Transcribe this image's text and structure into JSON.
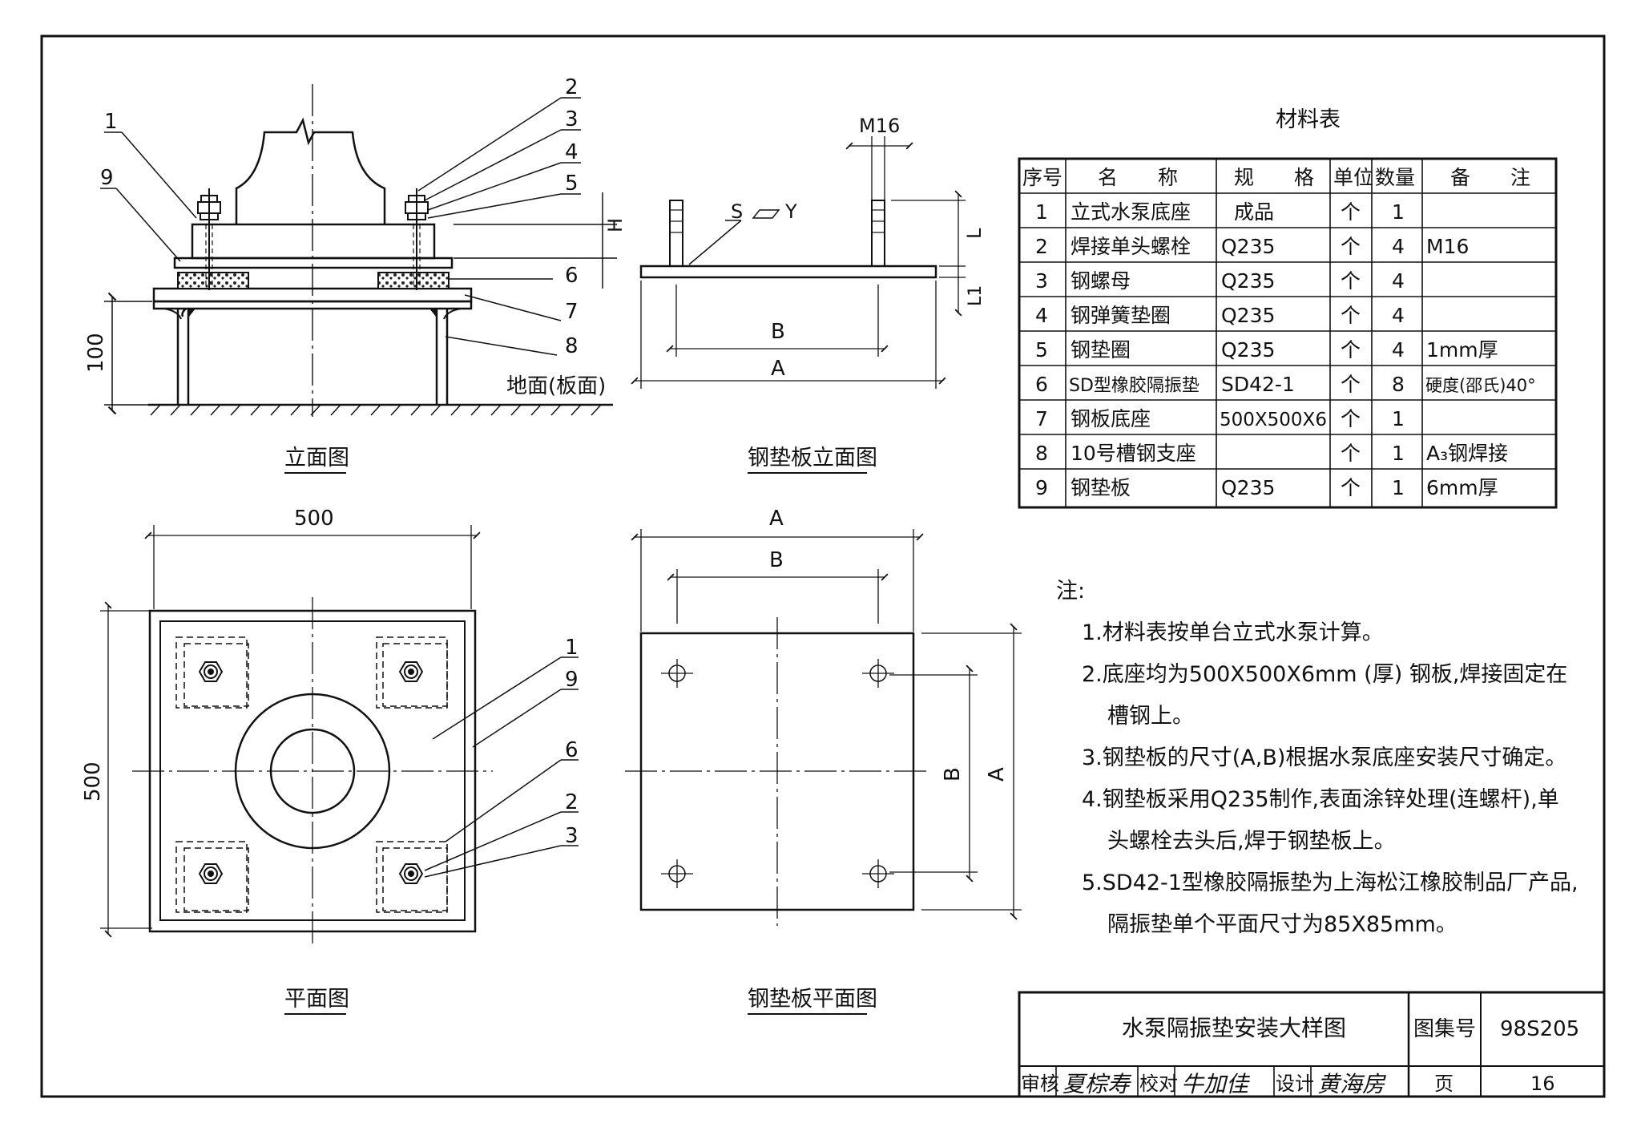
{
  "drawings": {
    "elevation": {
      "caption": "立面图",
      "ground_label": "地面(板面)",
      "dim_100": "100",
      "dim_H": "H",
      "callouts": [
        "1",
        "9",
        "2",
        "3",
        "4",
        "5",
        "6",
        "7",
        "8"
      ]
    },
    "pad_elevation": {
      "caption": "钢垫板立面图",
      "dim_m16": "M16",
      "weld_symbol": "S",
      "weld_symbol_y": "Y",
      "dim_L": "L",
      "dim_L1": "L1",
      "dim_B": "B",
      "dim_A": "A"
    },
    "plan": {
      "caption": "平面图",
      "dim_width": "500",
      "dim_height": "500",
      "callouts": [
        "1",
        "9",
        "6",
        "2",
        "3"
      ]
    },
    "pad_plan": {
      "caption": "钢垫板平面图",
      "dim_A_top": "A",
      "dim_B_top": "B",
      "dim_B_side": "B",
      "dim_A_side": "A"
    }
  },
  "material_table": {
    "title": "材料表",
    "headers": [
      "序号",
      "名　　称",
      "规　　格",
      "单位",
      "数量",
      "备　　注"
    ],
    "rows": [
      [
        "1",
        "立式水泵底座",
        "成品",
        "个",
        "1",
        ""
      ],
      [
        "2",
        "焊接单头螺栓",
        "Q235",
        "个",
        "4",
        "M16"
      ],
      [
        "3",
        "钢螺母",
        "Q235",
        "个",
        "4",
        ""
      ],
      [
        "4",
        "钢弹簧垫圈",
        "Q235",
        "个",
        "4",
        ""
      ],
      [
        "5",
        "钢垫圈",
        "Q235",
        "个",
        "4",
        "1mm厚"
      ],
      [
        "6",
        "SD型橡胶隔振垫",
        "SD42-1",
        "个",
        "8",
        "硬度(邵氏)40°"
      ],
      [
        "7",
        "钢板底座",
        "500X500X6",
        "个",
        "1",
        ""
      ],
      [
        "8",
        "10号槽钢支座",
        "",
        "个",
        "1",
        "A₃钢焊接"
      ],
      [
        "9",
        "钢垫板",
        "Q235",
        "个",
        "1",
        "6mm厚"
      ]
    ]
  },
  "notes": {
    "heading": "注:",
    "items": [
      "1.材料表按单台立式水泵计算。",
      "2.底座均为500X500X6mm (厚) 钢板,焊接固定在",
      "槽钢上。",
      "3.钢垫板的尺寸(A,B)根据水泵底座安装尺寸确定。",
      "4.钢垫板采用Q235制作,表面涂锌处理(连螺杆),单",
      "头螺栓去头后,焊于钢垫板上。",
      "5.SD42-1型橡胶隔振垫为上海松江橡胶制品厂产品,",
      "隔振垫单个平面尺寸为85X85mm。"
    ]
  },
  "title_block": {
    "title": "水泵隔振垫安装大样图",
    "atlas_label": "图集号",
    "atlas_number": "98S205",
    "review_label": "审核",
    "review_sign": "夏棕寿",
    "check_label": "校对",
    "check_sign": "牛加佳",
    "design_label": "设计",
    "design_sign": "黄海房",
    "page_label": "页",
    "page_number": "16"
  }
}
